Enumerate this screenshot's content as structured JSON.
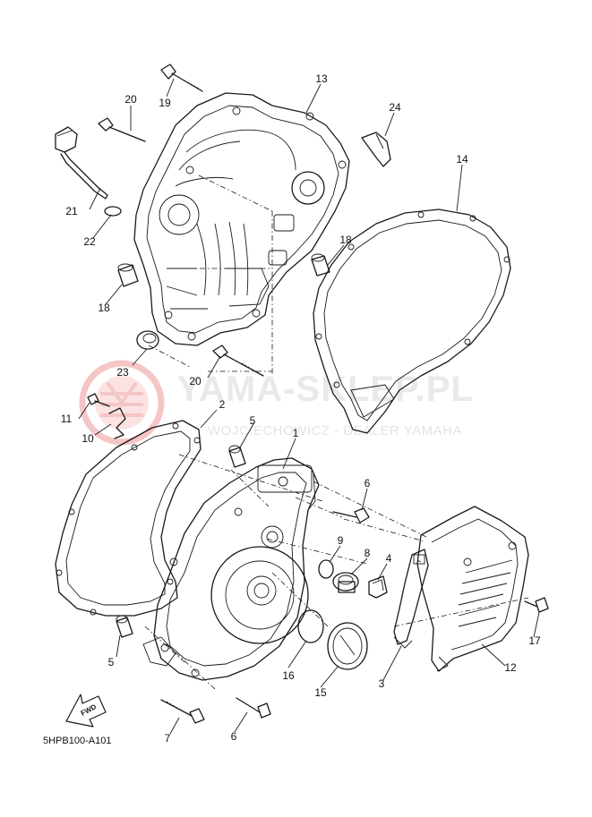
{
  "watermark": {
    "brand": "YAMA-SKLEP.PL",
    "tagline": "WOJCIECHOWICZ - DEALER YAMAHA",
    "logo": "yamaha-tuning-fork-logo",
    "color": "#f4c6c6"
  },
  "diagram_code": "5HPB100-A101",
  "fwd_label": "FWD",
  "callouts": [
    {
      "id": "c1",
      "label": "1"
    },
    {
      "id": "c2",
      "label": "2"
    },
    {
      "id": "c3",
      "label": "3"
    },
    {
      "id": "c4",
      "label": "4"
    },
    {
      "id": "c5a",
      "label": "5"
    },
    {
      "id": "c5b",
      "label": "5"
    },
    {
      "id": "c6a",
      "label": "6"
    },
    {
      "id": "c6b",
      "label": "6"
    },
    {
      "id": "c7",
      "label": "7"
    },
    {
      "id": "c8",
      "label": "8"
    },
    {
      "id": "c9",
      "label": "9"
    },
    {
      "id": "c10",
      "label": "10"
    },
    {
      "id": "c11",
      "label": "11"
    },
    {
      "id": "c12",
      "label": "12"
    },
    {
      "id": "c13",
      "label": "13"
    },
    {
      "id": "c14",
      "label": "14"
    },
    {
      "id": "c15",
      "label": "15"
    },
    {
      "id": "c16",
      "label": "16"
    },
    {
      "id": "c17",
      "label": "17"
    },
    {
      "id": "c18a",
      "label": "18"
    },
    {
      "id": "c18b",
      "label": "18"
    },
    {
      "id": "c19",
      "label": "19"
    },
    {
      "id": "c20a",
      "label": "20"
    },
    {
      "id": "c20b",
      "label": "20"
    },
    {
      "id": "c21",
      "label": "21"
    },
    {
      "id": "c22",
      "label": "22"
    },
    {
      "id": "c23",
      "label": "23"
    },
    {
      "id": "c24",
      "label": "24"
    }
  ]
}
